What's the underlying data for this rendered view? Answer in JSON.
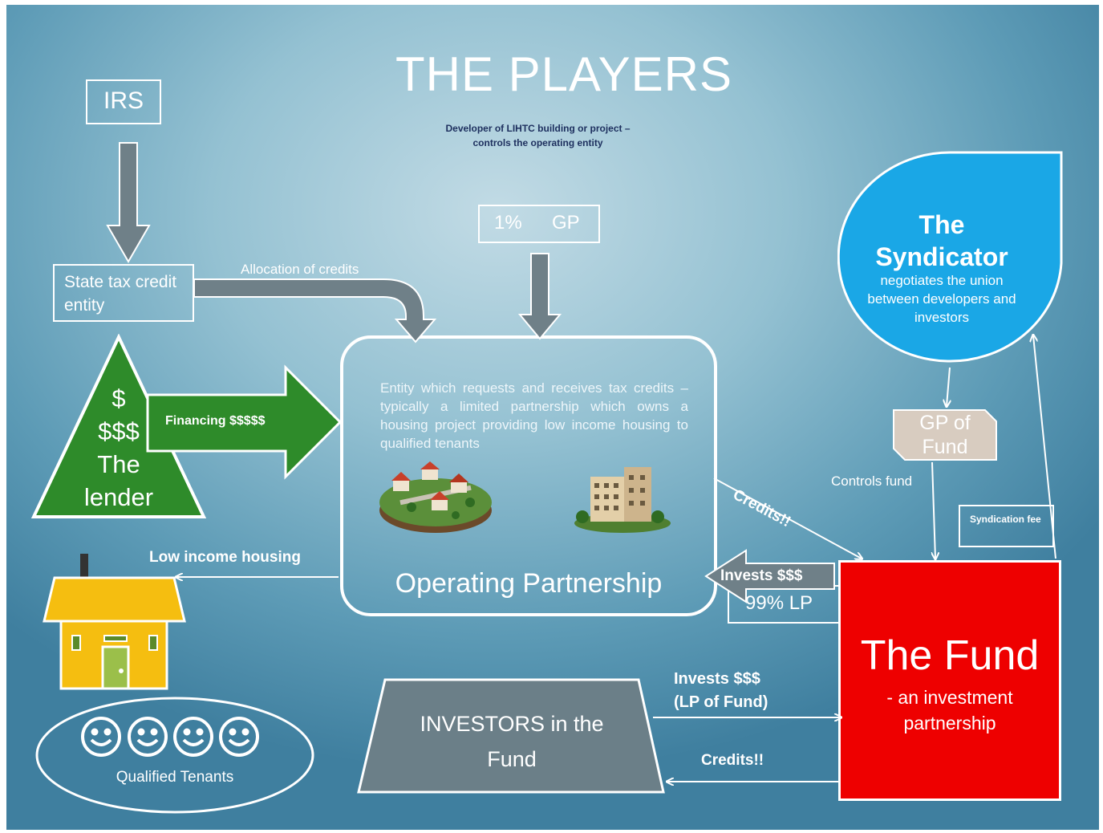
{
  "title": "THE PLAYERS",
  "developer_note": "Developer of LIHTC building or project – controls the operating entity",
  "nodes": {
    "irs": "IRS",
    "state_entity": "State tax credit entity",
    "gp_pct": "1%",
    "gp_label": "GP",
    "lender_line1": "$",
    "lender_line2": "$$$",
    "lender_line3": "The",
    "lender_line4": "lender",
    "op_description": "Entity which requests and receives tax credits – typically a limited partnership which owns a housing project providing low income housing to qualified tenants",
    "op_title": "Operating Partnership",
    "syndicator_title1": "The",
    "syndicator_title2": "Syndicator",
    "syndicator_desc": "negotiates the union between developers and investors",
    "gp_fund": "GP of Fund",
    "syndication_fee": "Syndication fee",
    "lp_box": "99% LP",
    "fund_title": "The Fund",
    "fund_sub": "- an investment partnership",
    "investors_line1": "INVESTORS  in the",
    "investors_line2": "Fund",
    "tenants": "Qualified  Tenants"
  },
  "edges": {
    "allocation": "Allocation of credits",
    "financing": "Financing  $$$$$",
    "credits_op": "Credits!!",
    "controls_fund": "Controls fund",
    "invests_op": "Invests $$$",
    "low_income": "Low income housing",
    "invests_lp_1": "Invests $$$",
    "invests_lp_2": "(LP of Fund)",
    "credits_inv": "Credits!!"
  },
  "colors": {
    "arrow_gray": "#6f8088",
    "lender_green": "#2e8b2a",
    "syndicator_blue": "#1aa7e6",
    "fund_red": "#ee0000",
    "house_yellow": "#f5be10",
    "investors_gray": "#6b7f88",
    "gp_fund_beige": "#d8ccc0"
  },
  "icons": [
    "village-icon",
    "apartment-building-icon",
    "house-icon",
    "smiley-face-icon"
  ]
}
